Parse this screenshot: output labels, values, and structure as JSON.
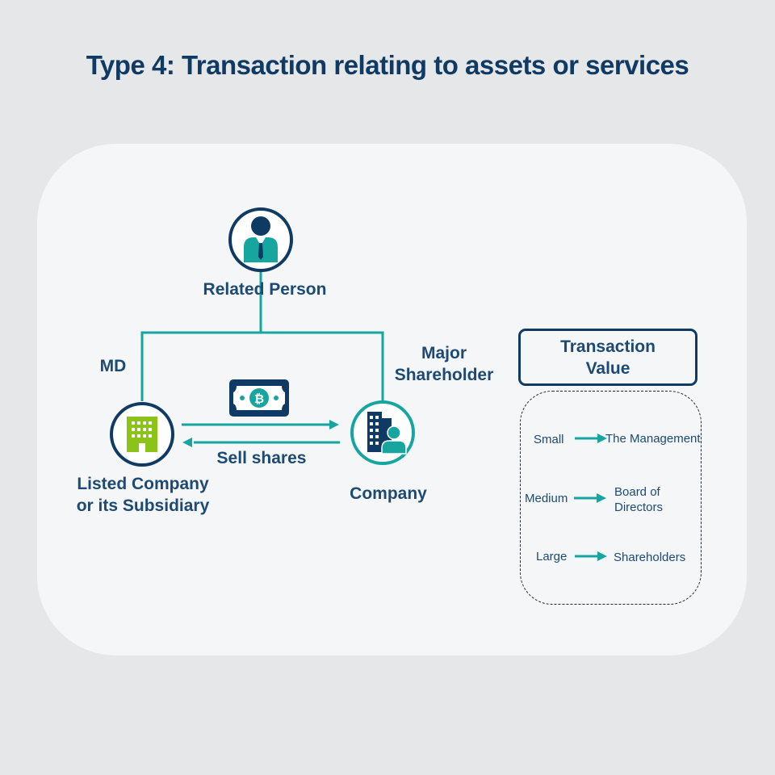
{
  "title": "Type 4: Transaction relating to assets or services",
  "nodes": {
    "related_person": "Related Person",
    "listed_company_line1": "Listed Company",
    "listed_company_line2": "or its Subsidiary",
    "company": "Company"
  },
  "edges": {
    "md": "MD",
    "major_line1": "Major",
    "major_line2": "Shareholder",
    "sell_shares": "Sell shares"
  },
  "transaction_value": {
    "title_line1": "Transaction",
    "title_line2": "Value",
    "rows": [
      {
        "size": "Small",
        "approver": "The Management"
      },
      {
        "size": "Medium",
        "approver_line1": "Board of",
        "approver_line2": "Directors"
      },
      {
        "size": "Large",
        "approver": "Shareholders"
      }
    ]
  },
  "colors": {
    "navy": "#0f3a63",
    "teal": "#17a5a0",
    "text": "#1d4a72",
    "green": "#8cc31a"
  },
  "icons": [
    "person-icon",
    "building-icon",
    "company-person-icon",
    "banknote-icon"
  ]
}
